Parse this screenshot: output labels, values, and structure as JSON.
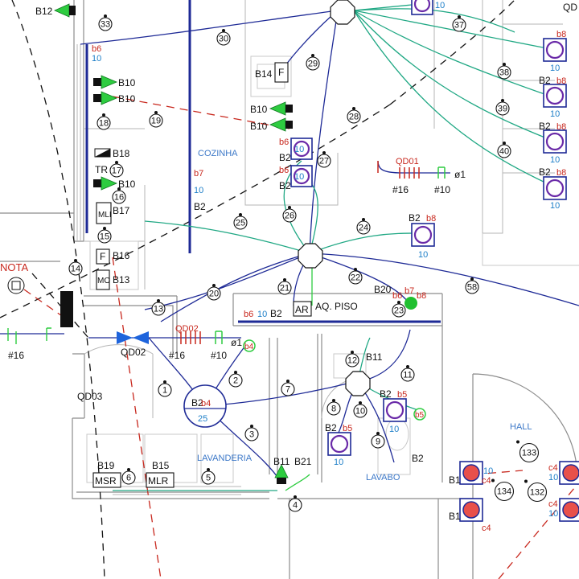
{
  "drawing": {
    "rooms": {
      "cozinha": "COZINHA",
      "lavanderia": "LAVANDERIA",
      "lavabo": "LAVABO",
      "hall": "HALL"
    },
    "nota": "NOTA",
    "panels": {
      "qd01": {
        "name": "QD01",
        "cable": "#16",
        "breaker": "#10",
        "phi": "ø1"
      },
      "qd02": {
        "name": "QD02",
        "cable": "#16",
        "breaker": "#10",
        "phi": "ø1"
      },
      "qd02_label": "QD02",
      "qd03": "QD03",
      "left_cable": "#16",
      "qd_top": "QD"
    },
    "points": {
      "b12": "B12",
      "b14": "B14",
      "b10a": "B10",
      "b10b": "B10",
      "b10c": "B10",
      "b10d": "B10",
      "b10e": "B10",
      "b18": "B18",
      "tr": "TR",
      "b17": "B17",
      "mli": "MLI",
      "b16": "B16",
      "b13": "B13",
      "f16": "F",
      "mo": "MO",
      "b6_left": "b6",
      "ten_left": "10",
      "b7_kitchen": "b7",
      "ten_kitchen": "10",
      "b2_kitchen": "B2",
      "b6_l1": "b6",
      "b2_l1": "B2",
      "b6_l2": "b6",
      "b2_l2": "B2",
      "ten_l1": "10",
      "ten_l2": "10",
      "b2_r1": "B2",
      "b8_r1": "b8",
      "ten_r1": "10",
      "b8_top": "b8",
      "b2_38": "B2",
      "b8_38": "b8",
      "ten_38": "10",
      "b2_40": "B2",
      "b8_40": "b8",
      "ten_40": "10",
      "b2_41": "B2",
      "b8_41": "b8",
      "ten_41": "10",
      "ten_top": "10",
      "ten_top_right": "10",
      "b20": "B20",
      "b6_ar": "b6",
      "b7_ar": "b7",
      "b8_ar": "b8",
      "ar_row_b6": "b6",
      "ar_row_10": "10",
      "ar_row_b2": "B2",
      "ar_box": "AR",
      "aq_piso": "AQ. PISO",
      "b11": "B11",
      "b2_lav": "B2",
      "b5_lav": "b5",
      "ten_lav": "10",
      "b5_right": "b5",
      "b2_lav2": "B2",
      "b5_lav2": "b5",
      "ten_lav2": "10",
      "b2_lavabo": "B2",
      "b4_qd02": "b4",
      "b2_hub": "B2",
      "b4_hub": "b4",
      "hub_25": "25",
      "b11_lavand": "B11",
      "b21": "B21",
      "b19": "B19",
      "msr": "MSR",
      "b15": "B15",
      "mlr": "MLR",
      "b1_a": "B1",
      "c4_a": "c4",
      "ten_a": "10",
      "b1_b": "B1",
      "c4_b": "c4",
      "c4_c": "c4",
      "ten_c": "10",
      "c4_d": "c4",
      "ten_d": "10"
    },
    "circuits": [
      {
        "id": "n1",
        "label": "1"
      },
      {
        "id": "n2",
        "label": "2"
      },
      {
        "id": "n3",
        "label": "3"
      },
      {
        "id": "n4",
        "label": "4"
      },
      {
        "id": "n5",
        "label": "5"
      },
      {
        "id": "n6",
        "label": "6"
      },
      {
        "id": "n7",
        "label": "7"
      },
      {
        "id": "n8",
        "label": "8"
      },
      {
        "id": "n9",
        "label": "9"
      },
      {
        "id": "n10",
        "label": "10"
      },
      {
        "id": "n11",
        "label": "11"
      },
      {
        "id": "n12",
        "label": "12"
      },
      {
        "id": "n13",
        "label": "13"
      },
      {
        "id": "n14",
        "label": "14"
      },
      {
        "id": "n15",
        "label": "15"
      },
      {
        "id": "n16",
        "label": "16"
      },
      {
        "id": "n17",
        "label": "17"
      },
      {
        "id": "n18",
        "label": "18"
      },
      {
        "id": "n19",
        "label": "19"
      },
      {
        "id": "n20",
        "label": "20"
      },
      {
        "id": "n21",
        "label": "21"
      },
      {
        "id": "n22",
        "label": "22"
      },
      {
        "id": "n23",
        "label": "23"
      },
      {
        "id": "n24",
        "label": "24"
      },
      {
        "id": "n25",
        "label": "25"
      },
      {
        "id": "n26",
        "label": "26"
      },
      {
        "id": "n27",
        "label": "27"
      },
      {
        "id": "n28",
        "label": "28"
      },
      {
        "id": "n29",
        "label": "29"
      },
      {
        "id": "n30",
        "label": "30"
      },
      {
        "id": "n33",
        "label": "33"
      },
      {
        "id": "n37",
        "label": "37"
      },
      {
        "id": "n38",
        "label": "38"
      },
      {
        "id": "n39",
        "label": "39"
      },
      {
        "id": "n40",
        "label": "40"
      },
      {
        "id": "n58",
        "label": "58"
      },
      {
        "id": "n132",
        "label": "132"
      },
      {
        "id": "n133",
        "label": "133"
      },
      {
        "id": "n134",
        "label": "134"
      }
    ]
  }
}
